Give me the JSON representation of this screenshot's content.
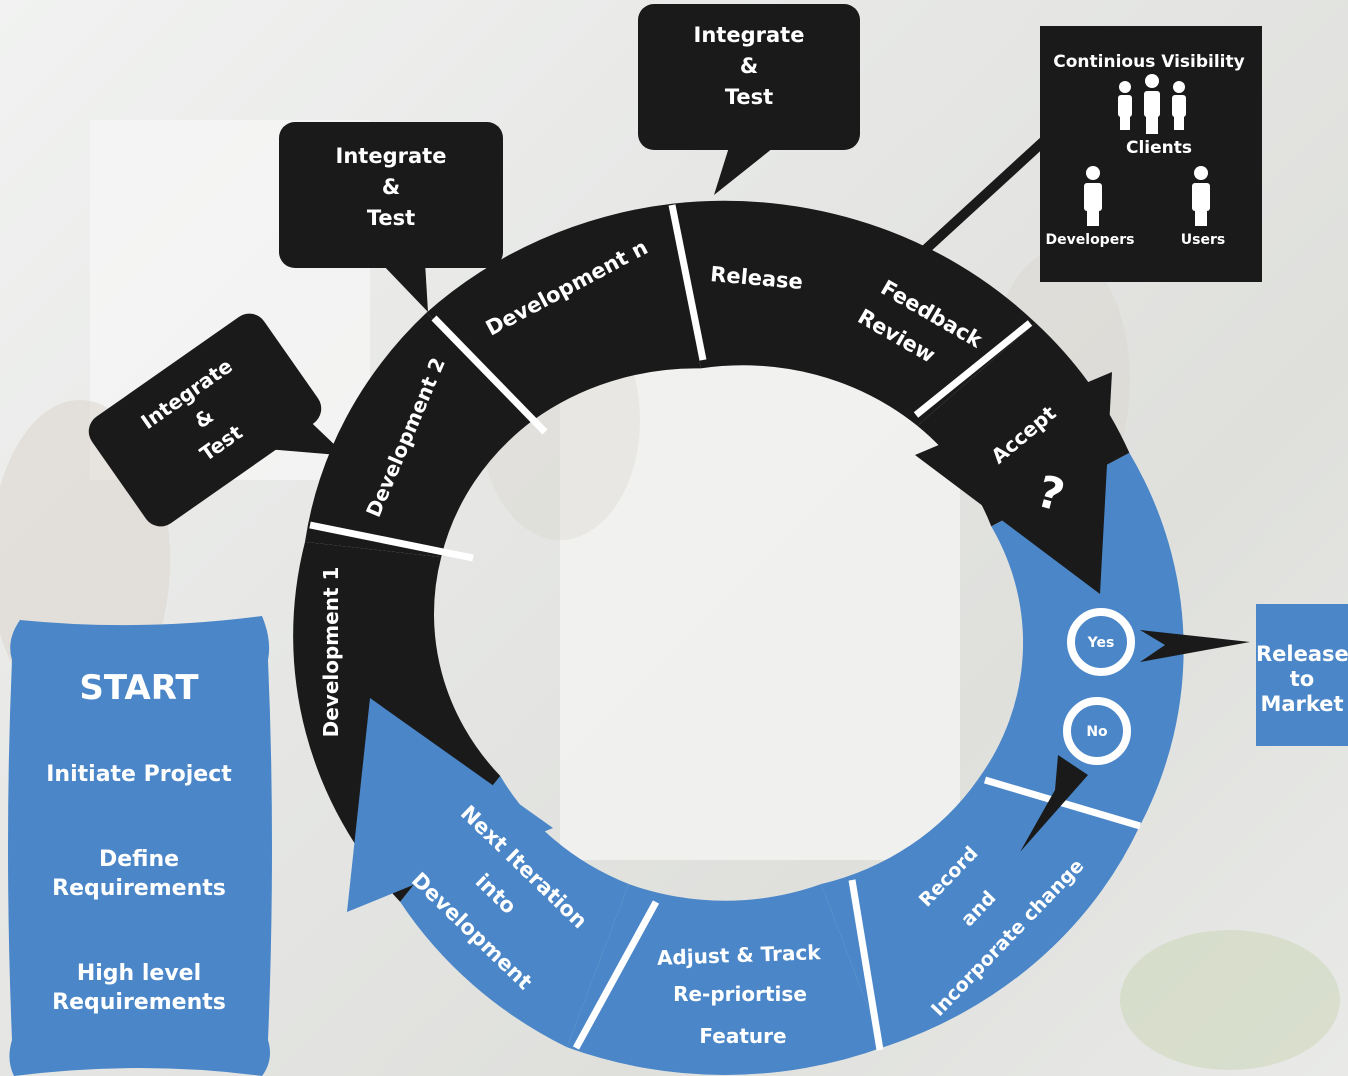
{
  "speech_bubbles": [
    {
      "line1": "Integrate",
      "line2": "&",
      "line3": "Test"
    },
    {
      "line1": "Integrate",
      "line2": "&",
      "line3": "Test"
    },
    {
      "line1": "Integrate",
      "line2": "&",
      "line3": "Test"
    }
  ],
  "visibility_panel": {
    "title": "Continious Visibility",
    "clients_label": "Clients",
    "developers_label": "Developers",
    "users_label": "Users"
  },
  "cycle": {
    "development_1": "Development 1",
    "development_2": "Development 2",
    "development_n": "Development n",
    "release": "Release",
    "feedback_review_line1": "Feedback",
    "feedback_review_line2": "Review",
    "accept": "Accept",
    "accept_symbol": "?",
    "yes": "Yes",
    "no": "No",
    "record_line1": "Record",
    "record_line2": "and",
    "record_line3": "Incorporate change",
    "adjust_line1": "Adjust & Track",
    "adjust_line2": "Re-priortise",
    "adjust_line3": "Feature",
    "next_line1": "Next Iteration",
    "next_line2": "into",
    "next_line3": "Development"
  },
  "start_panel": {
    "title": "START",
    "item1": "Initiate Project",
    "item2_line1": "Define",
    "item2_line2": "Requirements",
    "item3_line1": "High level",
    "item3_line2": "Requirements"
  },
  "release_box": {
    "line1": "Release",
    "line2": "to",
    "line3": "Market"
  },
  "colors": {
    "black": "#1a1a1a",
    "blue": "#4a86c8",
    "white": "#ffffff"
  }
}
